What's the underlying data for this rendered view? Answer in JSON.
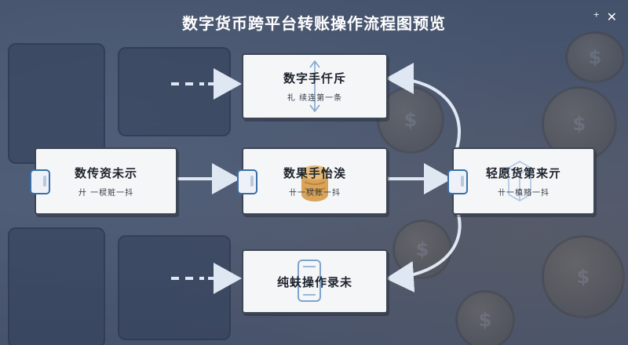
{
  "window": {
    "title": "数字货币跨平台转账操作流程图预览",
    "pin_icon": "pin-icon",
    "close_icon": "close-icon",
    "pin_glyph": "⁺",
    "close_glyph": "✕"
  },
  "nodes": {
    "top": {
      "title": "数字手仟斥",
      "sub": "礼 续连第一条"
    },
    "left": {
      "title": "数传资未示",
      "sub": "廾 一棂赃一抖"
    },
    "center": {
      "title": "数果手怡涘",
      "sub": "卄一棂账一抖"
    },
    "right": {
      "title": "轻愿货第来亓",
      "sub": "卄一槙赂一抖"
    },
    "bottom": {
      "title": "纯蚨操作录未",
      "sub": ""
    }
  },
  "colors": {
    "arrow": "#dfe7f3",
    "node_border": "#3d4654",
    "tab_border": "#3a6fa8",
    "accent_icon": "#d9a45a"
  }
}
